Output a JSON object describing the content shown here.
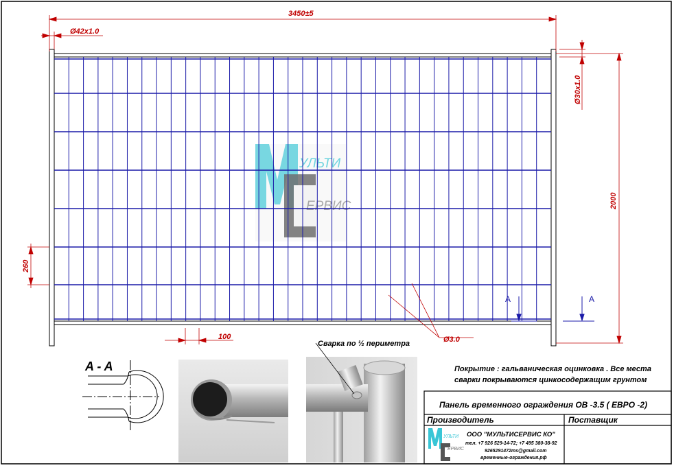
{
  "drawing": {
    "dimensions": {
      "overall_width": "3450±5",
      "frame_tube": "Ø42x1.0",
      "inner_tube": "Ø30x1.0",
      "height": "2000",
      "cell_height": "260",
      "cell_width": "100",
      "wire": "Ø3.0"
    },
    "section_marks": {
      "left": "A",
      "right": "A",
      "section_label": "A - A"
    },
    "weld_note": "Сварка по ½ периметра",
    "coating_note_line1": "Покрытие : гальваническая оцинковка . Все места",
    "coating_note_line2": "сварки  покрываются цинкосодержащим грунтом"
  },
  "watermark": {
    "top_text": "УЛЬТИ",
    "bottom_text": "ЕРВИС"
  },
  "title_block": {
    "product_name": "Панель временного ограждения ОВ -3.5 ( ЕВРО -2)",
    "manufacturer_label": "Производитель",
    "supplier_label": "Поставщик",
    "company": "ООО \"МУЛЬТИСЕРВИС КО\"",
    "phones": "тел. +7 926 529-14-72; +7 495 380-38-92",
    "email": "9265291472ms@gmail.com",
    "site": "временные-ограждения.рф",
    "logo_top": "УЛЬТИ",
    "logo_bottom": "ЕРВИС"
  },
  "colors": {
    "mesh": "#1a1aa8",
    "dimension": "#c00000",
    "logo_cyan": "#39c6d6",
    "logo_gray": "#6d6d6d"
  }
}
